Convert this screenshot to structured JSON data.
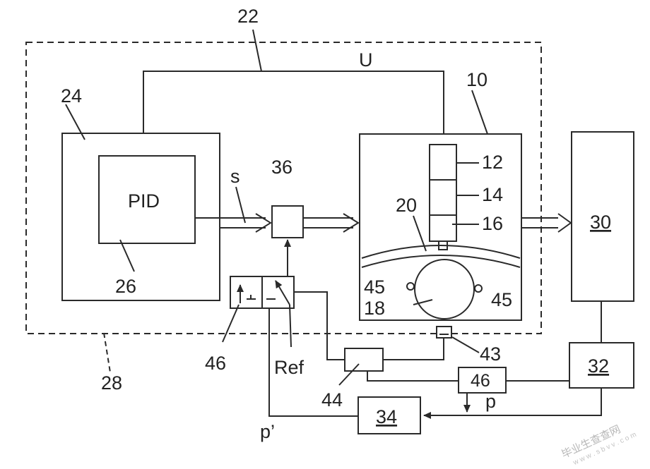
{
  "diagram": {
    "labels": {
      "ref_22": "22",
      "signal_u": "U",
      "ref_24": "24",
      "ref_10": "10",
      "ref_12": "12",
      "ref_14": "14",
      "ref_16": "16",
      "ref_20": "20",
      "ref_36": "36",
      "signal_s": "s",
      "pid": "PID",
      "ref_26": "26",
      "ref_30": "30",
      "ref_45_left": "45",
      "ref_45_right": "45",
      "ref_18": "18",
      "ref_43": "43",
      "ref_46_left": "46",
      "ref_ref": "Ref",
      "ref_28": "28",
      "ref_32": "32",
      "ref_46_box": "46",
      "ref_44": "44",
      "signal_p": "p",
      "ref_34": "34",
      "signal_p_prime": "p’"
    },
    "watermark": {
      "main": "毕业生查查网",
      "sub": "w w w . s b v v . c o m"
    },
    "colors": {
      "line": "#2a2a2a",
      "text": "#222222",
      "background": "#ffffff",
      "watermark": "#b8b8b8"
    }
  }
}
